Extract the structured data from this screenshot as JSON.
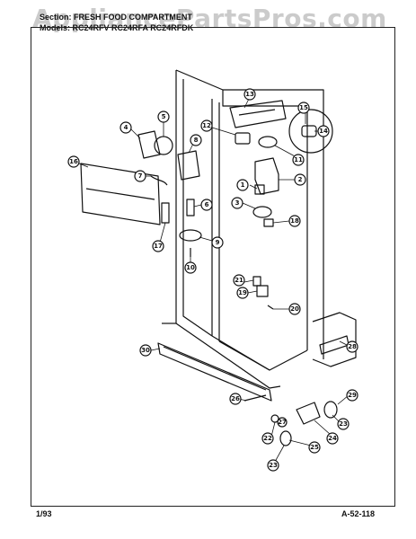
{
  "header": {
    "section": "Section: FRESH FOOD COMPARTMENT",
    "models": "Models: RC24RFV RC24RFA RC24RFDK"
  },
  "watermark": "AppliancePartsPros.com",
  "footer": {
    "date": "1/93",
    "code": "A-52-118"
  },
  "callouts": [
    "1",
    "2",
    "3",
    "4",
    "5",
    "6",
    "7",
    "8",
    "9",
    "10",
    "11",
    "12",
    "13",
    "14",
    "15",
    "16",
    "17",
    "18",
    "19",
    "20",
    "21",
    "22",
    "23",
    "24",
    "25",
    "26",
    "27",
    "28",
    "29",
    "30"
  ]
}
